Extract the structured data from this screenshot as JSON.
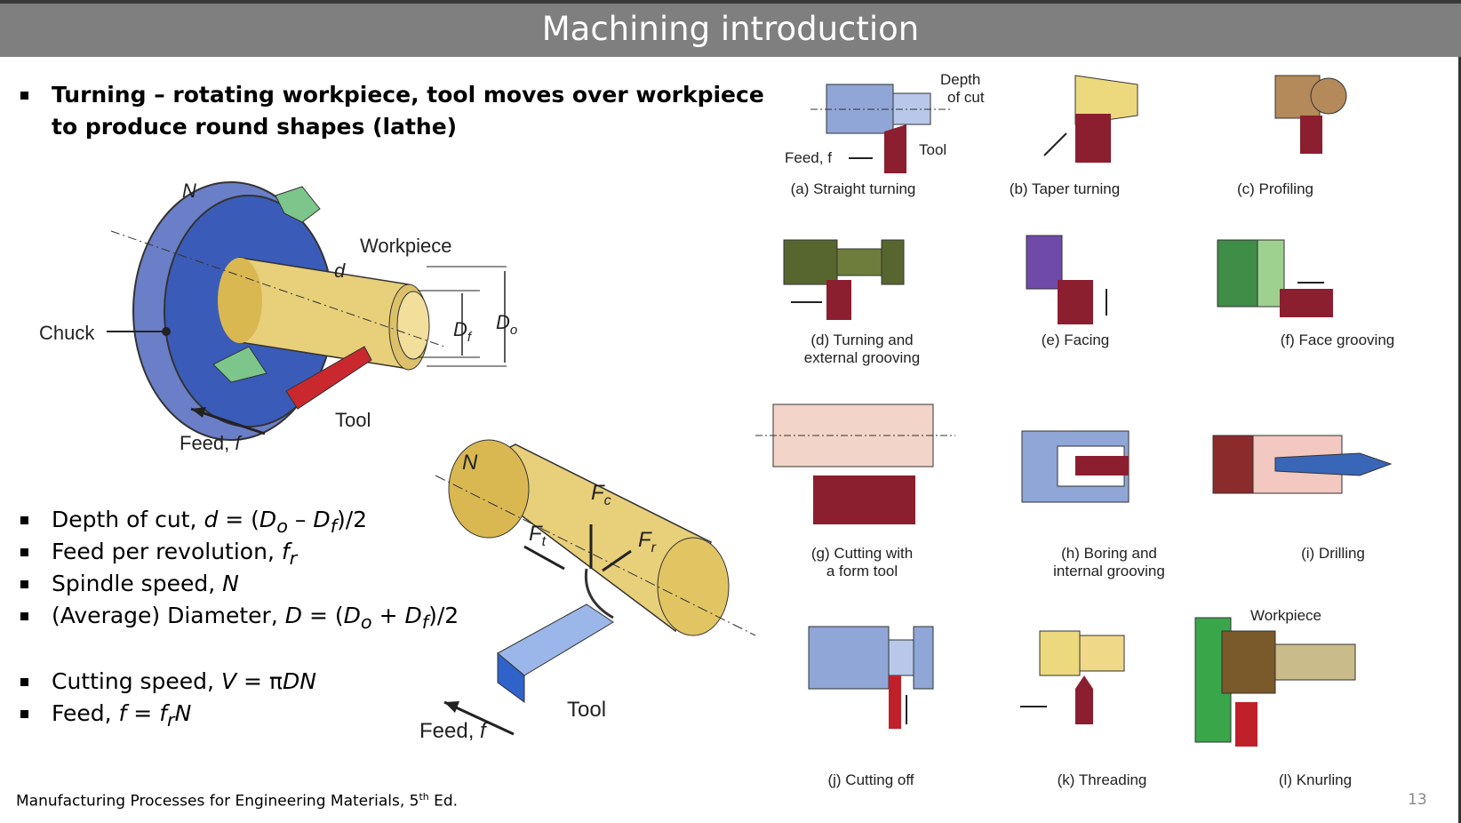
{
  "title": "Machining introduction",
  "heading_line1": "Turning – rotating workpiece, tool moves over workpiece",
  "heading_line2": "to produce round shapes (lathe)",
  "fig1": {
    "workpiece": "Workpiece",
    "chuck": "Chuck",
    "tool": "Tool",
    "feed": "Feed, ",
    "feed_sym": "f",
    "n": "N",
    "d": "d",
    "df": "D",
    "df_sub": "f",
    "do": "D",
    "do_sub": "o"
  },
  "fig2": {
    "n": "N",
    "fc": "F",
    "fc_sub": "c",
    "ft": "F",
    "ft_sub": "t",
    "fr": "F",
    "fr_sub": "r",
    "tool": "Tool",
    "feed": "Feed, ",
    "feed_sym": "f"
  },
  "bullets_a": [
    "Depth of cut, ",
    "Feed per revolution, ",
    "Spindle speed, ",
    "(Average) Diameter, "
  ],
  "bullets_b": [
    "Cutting speed, ",
    "Feed, "
  ],
  "ops": {
    "a": "(a) Straight turning",
    "b": "(b) Taper turning",
    "c": "(c) Profiling",
    "d1": "(d) Turning and",
    "d2": "external grooving",
    "e": "(e) Facing",
    "f": "(f) Face grooving",
    "g1": "(g) Cutting with",
    "g2": "a form tool",
    "h1": "(h) Boring and",
    "h2": "internal grooving",
    "i": "(i) Drilling",
    "j": "(j) Cutting off",
    "k": "(k) Threading",
    "l": "(l) Knurling"
  },
  "op_labels": {
    "depth1": "Depth",
    "depth2": "of cut",
    "tool": "Tool",
    "feed": "Feed, f",
    "workpiece": "Workpiece"
  },
  "footer": "Manufacturing Processes for Engineering Materials, 5",
  "footer_sup": "th",
  "footer_end": " Ed.",
  "page_number": "13"
}
